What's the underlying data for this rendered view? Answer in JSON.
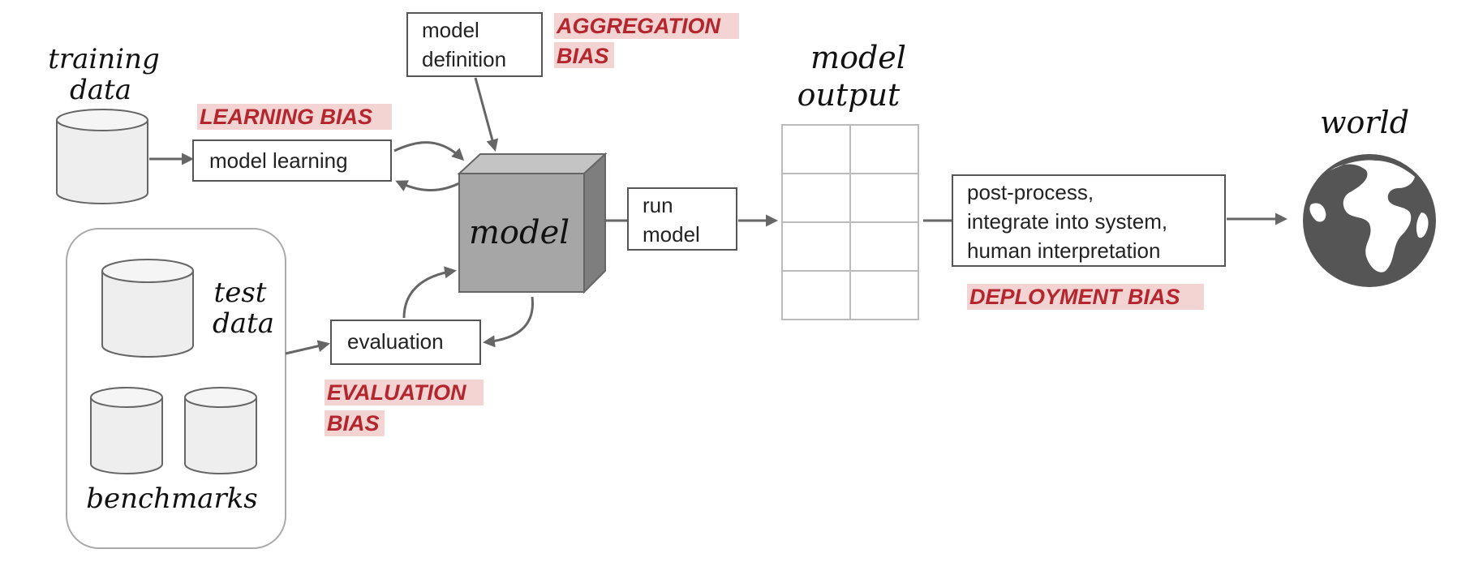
{
  "labels": {
    "training_data": [
      "training",
      "data"
    ],
    "model_output": [
      "model",
      "output"
    ],
    "world": "world",
    "test_data": [
      "test",
      "data"
    ],
    "benchmarks": "benchmarks",
    "model": "model"
  },
  "boxes": {
    "model_definition": [
      "model",
      "definition"
    ],
    "model_learning": "model learning",
    "evaluation": "evaluation",
    "run_model": [
      "run",
      "model"
    ],
    "post_process": [
      "post-process,",
      "integrate into system,",
      "human interpretation"
    ]
  },
  "biases": {
    "aggregation": [
      "AGGREGATION",
      "BIAS"
    ],
    "learning": "LEARNING BIAS",
    "evaluation": [
      "EVALUATION",
      "BIAS"
    ],
    "deployment": "DEPLOYMENT BIAS"
  },
  "colors": {
    "bias_text": "#b3262e",
    "bias_highlight": "#f4d3d3",
    "model_cube": "#a6a6a6",
    "globe": "#555555"
  }
}
